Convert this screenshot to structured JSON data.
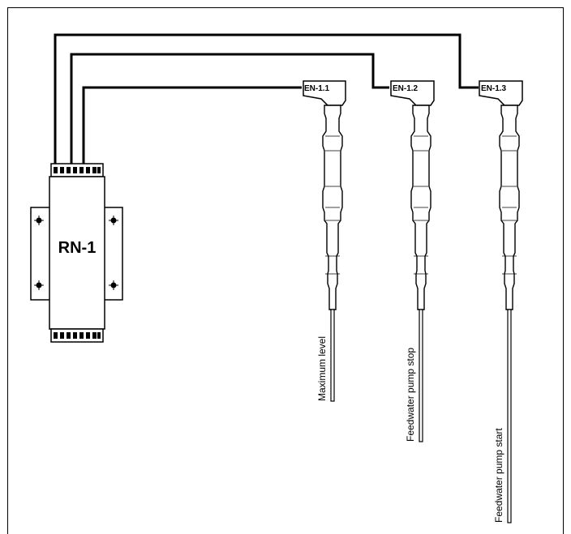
{
  "relay": {
    "label": "RN-1"
  },
  "electrodes": [
    {
      "tag": "EN-1.1",
      "function": "Maximum level"
    },
    {
      "tag": "EN-1.2",
      "function": "Feedwater pump stop"
    },
    {
      "tag": "EN-1.3",
      "function": "Feedwater pump start"
    }
  ]
}
